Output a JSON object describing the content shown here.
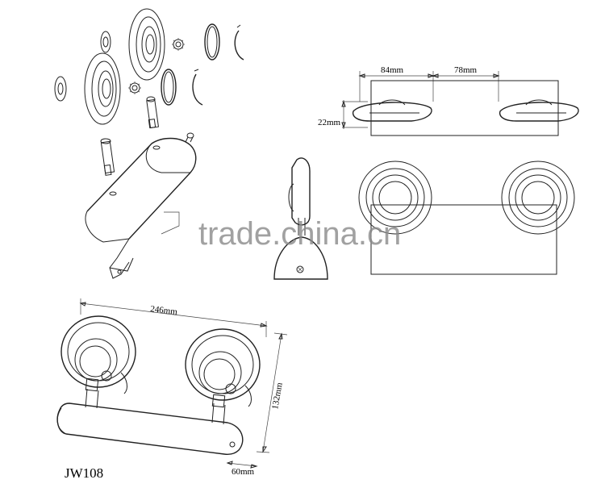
{
  "dimensions": {
    "top_left_width": "84mm",
    "top_right_width": "78mm",
    "plate_height": "22mm",
    "overall_length": "246mm",
    "overall_height": "132mm",
    "depth": "60mm"
  },
  "model_label": "JW108",
  "watermark": "trade.china.cn",
  "colors": {
    "line": "#222222",
    "watermark": "#8a8a8a",
    "background": "#ffffff"
  }
}
